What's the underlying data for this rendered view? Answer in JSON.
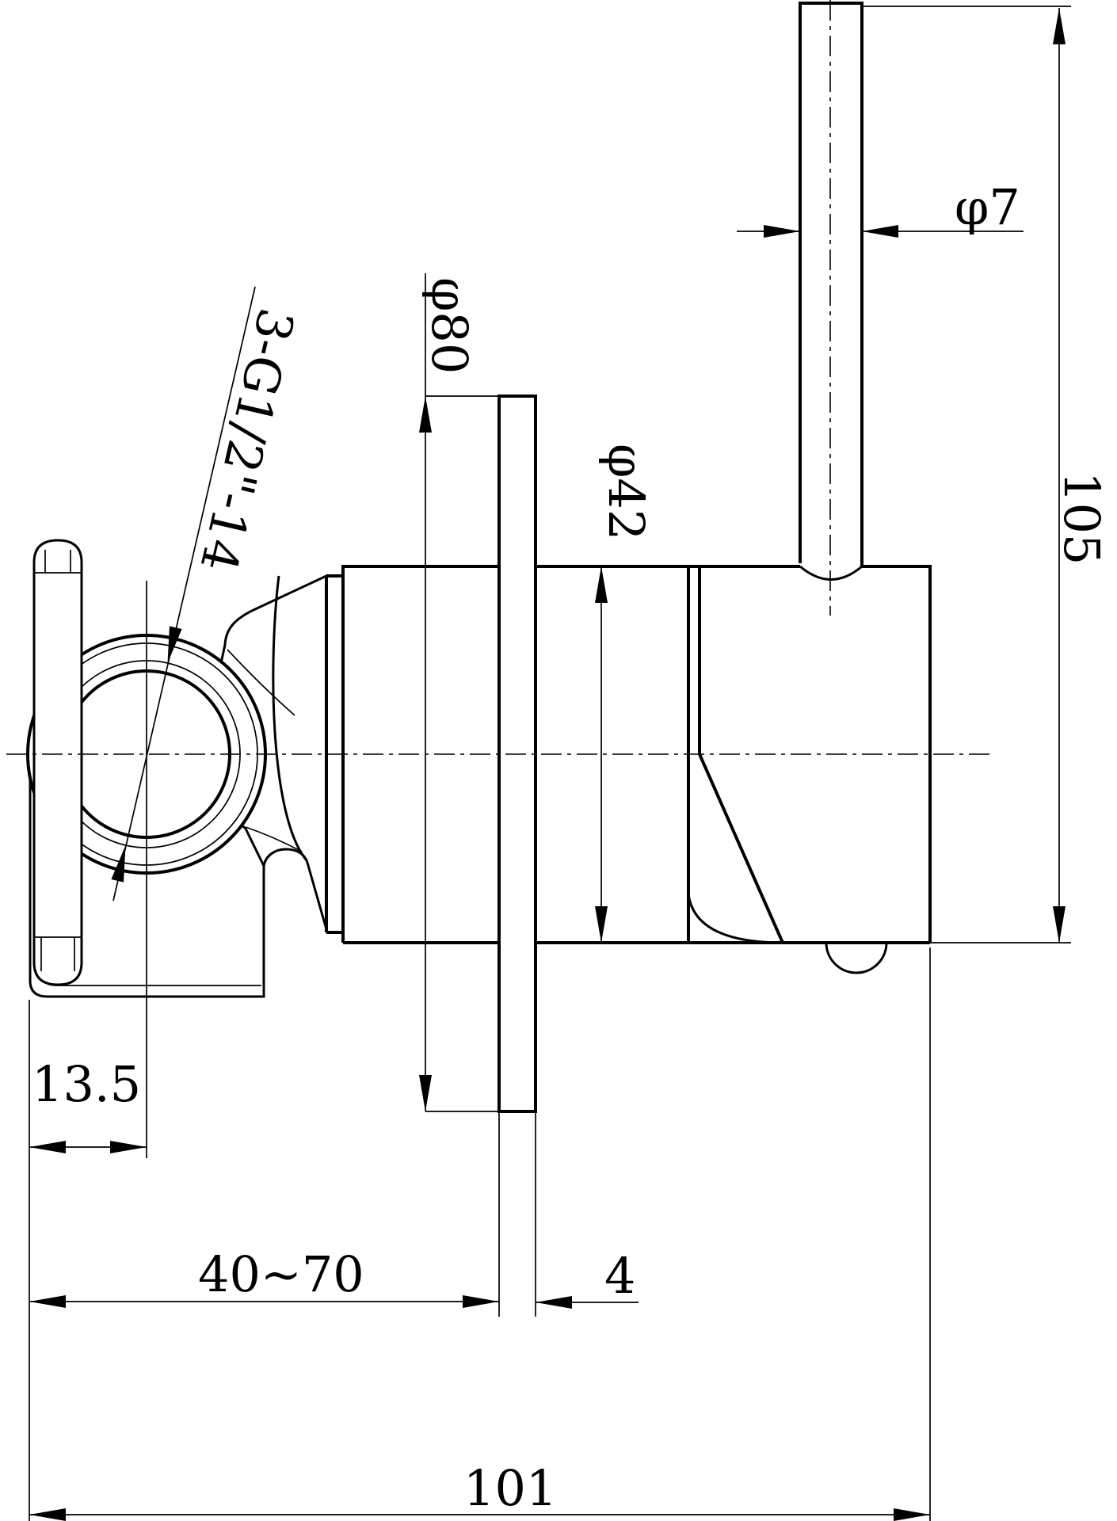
{
  "colors": {
    "background": "#ffffff",
    "line": "#000000"
  },
  "drawing_type": "technical dimension drawing - wall mixer valve side view",
  "labels": {
    "rod_diameter": "φ7",
    "plate_diameter": "φ80",
    "cartridge_diameter": "φ42",
    "overall_height": "105",
    "handle_offset": "13.5",
    "mounting_depth_range": "40~70",
    "plate_thickness": "4",
    "overall_length": "101",
    "thread_spec": "3-G1/2\"-14"
  }
}
